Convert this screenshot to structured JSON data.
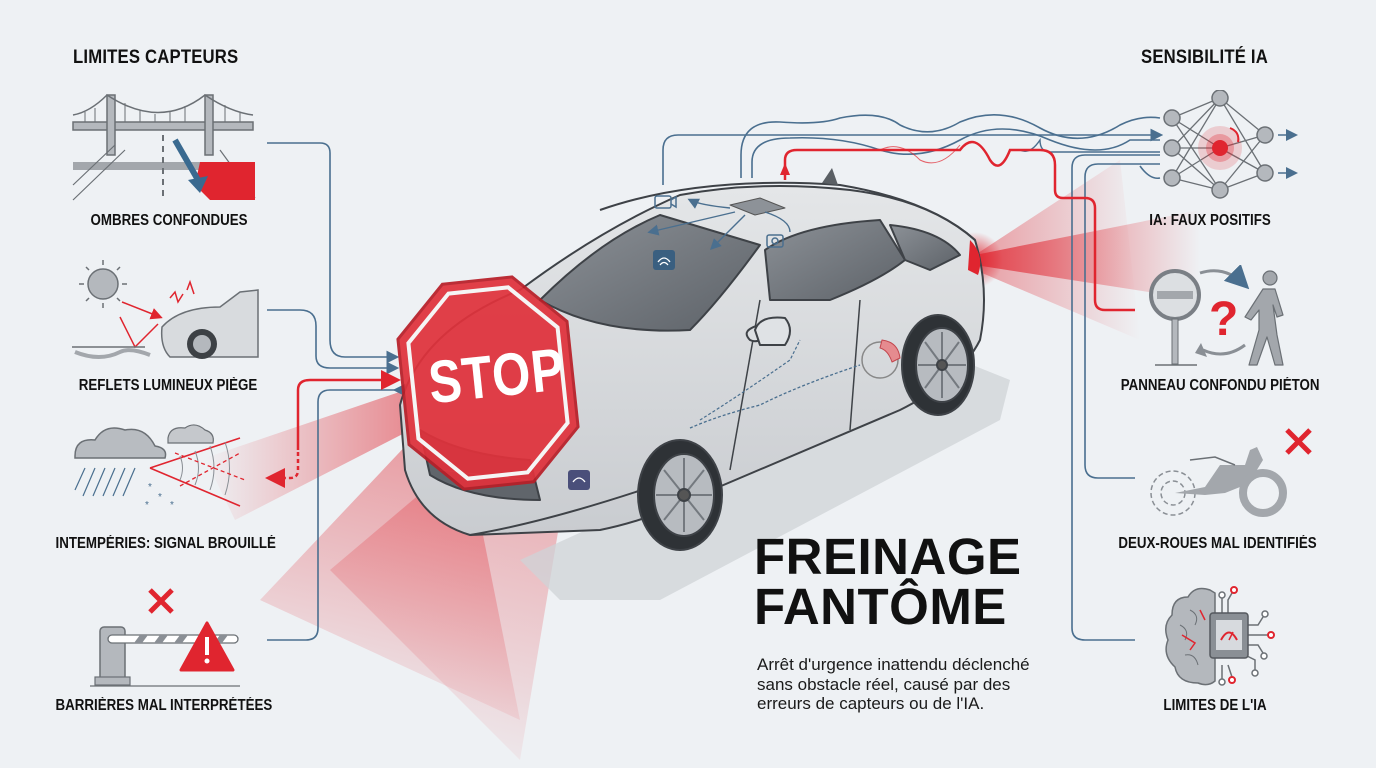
{
  "left_section": {
    "title": "LIMITES CAPTEURS",
    "items": [
      {
        "label": "OMBRES CONFONDUES",
        "icon": "bridge-shadow-icon"
      },
      {
        "label": "REFLETS LUMINEUX PIÈGE",
        "icon": "sun-glare-car-icon"
      },
      {
        "label": "INTEMPÉRIES: SIGNAL BROUILLÉ",
        "icon": "weather-radar-icon"
      },
      {
        "label": "BARRIÈRES MAL INTERPRÉTÉES",
        "icon": "barrier-warning-icon"
      }
    ]
  },
  "right_section": {
    "title": "SENSIBILITÉ IA",
    "items": [
      {
        "label": "IA: FAUX POSITIFS",
        "icon": "neural-network-icon"
      },
      {
        "label": "PANNEAU CONFONDU PIÉTON",
        "icon": "sign-pedestrian-confusion-icon"
      },
      {
        "label": "DEUX-ROUES MAL IDENTIFIÉS",
        "icon": "motorcycle-cross-icon"
      },
      {
        "label": "LIMITES DE L'IA",
        "icon": "brain-chip-icon"
      }
    ]
  },
  "center": {
    "stop_sign_text": "STOP",
    "title_line1": "FREINAGE",
    "title_line2": "FANTÔME",
    "description": "Arrêt d'urgence inattendu déclenché sans obstacle réel, causé par des erreurs de capteurs ou de l'IA."
  },
  "colors": {
    "background": "#eef1f4",
    "accent_red": "#e0252f",
    "line_blue": "#4a6f8f",
    "icon_gray": "#a9adb2",
    "outline_dark": "#55595e",
    "text": "#111111"
  }
}
